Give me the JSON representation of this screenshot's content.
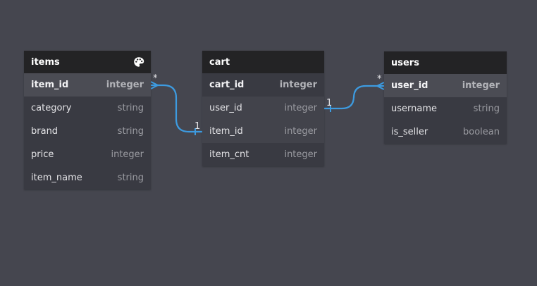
{
  "accent_color": "#3d9be0",
  "tables": {
    "items": {
      "title": "items",
      "icon": "palette-icon",
      "columns": [
        {
          "name": "item_id",
          "type": "integer"
        },
        {
          "name": "category",
          "type": "string"
        },
        {
          "name": "brand",
          "type": "string"
        },
        {
          "name": "price",
          "type": "integer"
        },
        {
          "name": "item_name",
          "type": "string"
        }
      ]
    },
    "cart": {
      "title": "cart",
      "columns": [
        {
          "name": "cart_id",
          "type": "integer"
        },
        {
          "name": "user_id",
          "type": "integer"
        },
        {
          "name": "item_id",
          "type": "integer"
        },
        {
          "name": "item_cnt",
          "type": "integer"
        }
      ]
    },
    "users": {
      "title": "users",
      "columns": [
        {
          "name": "user_id",
          "type": "integer"
        },
        {
          "name": "username",
          "type": "string"
        },
        {
          "name": "is_seller",
          "type": "boolean"
        }
      ]
    }
  },
  "relations": [
    {
      "from": "items.item_id",
      "from_cardinality": "*",
      "to": "cart.item_id",
      "to_cardinality": "1"
    },
    {
      "from": "cart.user_id",
      "from_cardinality": "1",
      "to": "users.user_id",
      "to_cardinality": "*"
    }
  ]
}
